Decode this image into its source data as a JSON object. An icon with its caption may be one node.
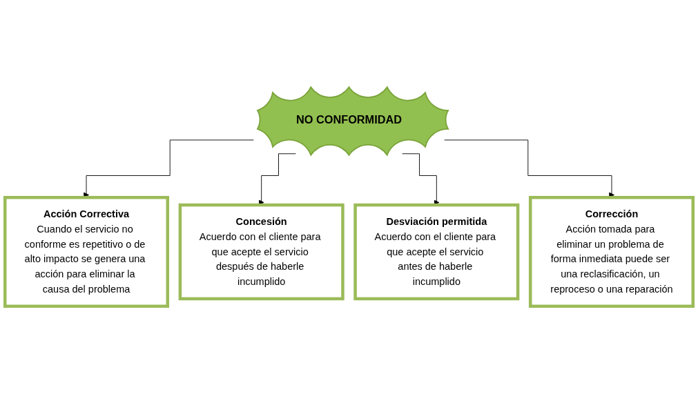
{
  "diagram": {
    "nodes": [
      {
        "text": [
          "NO CONFORMIDAD"
        ]
      },
      {
        "text": [
          "Acción Correctiva",
          "Cuando el servicio no conforme es repetitivo o de alto impacto se genera una acción para eliminar la causa del problema"
        ]
      },
      {
        "text": [
          "Concesión",
          "Acuerdo con el cliente para que acepte el servicio después de haberle incumplido"
        ]
      },
      {
        "text": [
          "Desviación permitida",
          "Acuerdo con el cliente para que acepte el servicio antes de haberle incumplido"
        ]
      },
      {
        "text": [
          "Corrección",
          "Acción tomada para eliminar un problema de forma inmediata puede ser una reclasificación, un reproceso o una reparación"
        ]
      }
    ],
    "edges": [
      {
        "from": 0,
        "to": 1,
        "arrow": "to"
      },
      {
        "from": 0,
        "to": 2,
        "arrow": "to"
      },
      {
        "from": 0,
        "to": 3,
        "arrow": "to"
      },
      {
        "from": 0,
        "to": 4,
        "arrow": "to"
      }
    ]
  }
}
